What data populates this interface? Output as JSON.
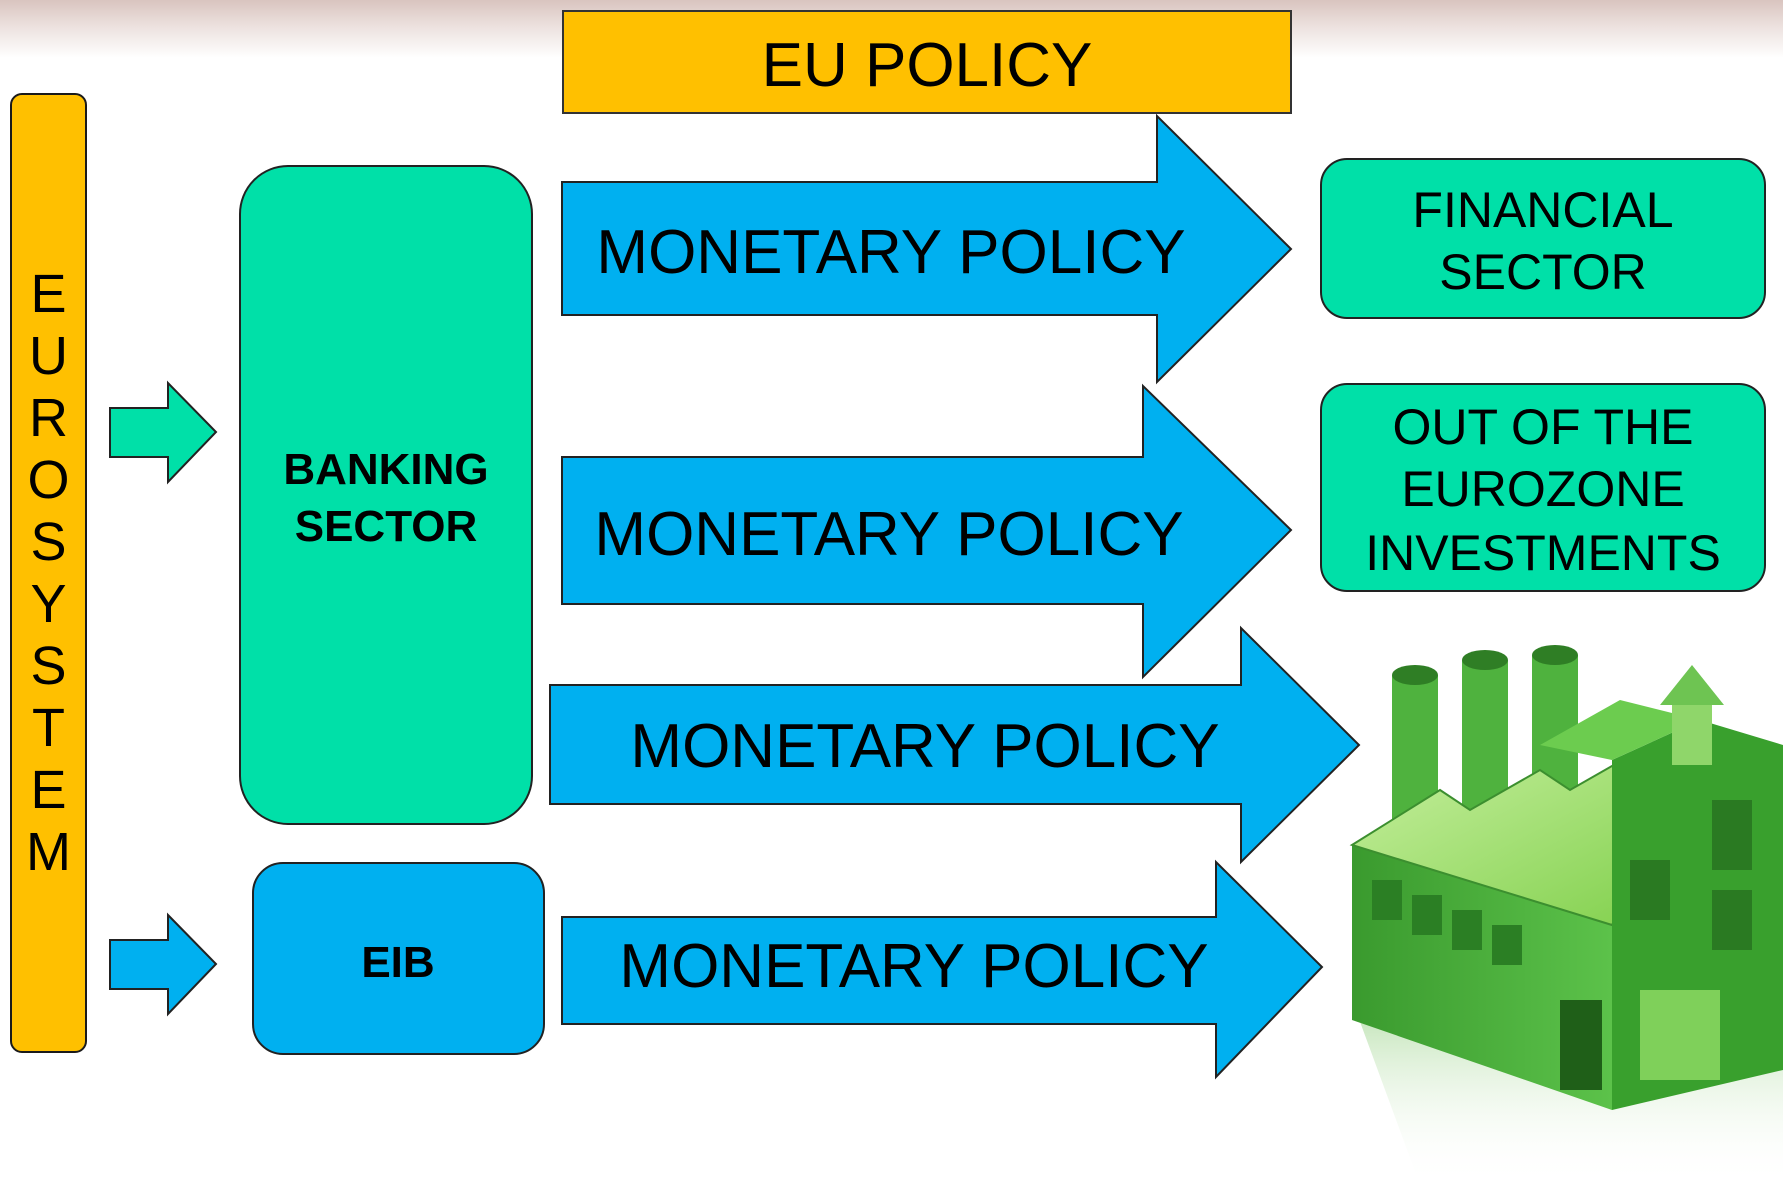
{
  "eu_policy": "EU POLICY",
  "eurosystem_letters": [
    "E",
    "U",
    "R",
    "O",
    "S",
    "Y",
    "S",
    "T",
    "E",
    "M"
  ],
  "banking_sector": [
    "BANKING",
    "SECTOR"
  ],
  "eib": "EIB",
  "arrows": [
    {
      "label": "MONETARY POLICY"
    },
    {
      "label": "MONETARY POLICY"
    },
    {
      "label": "MONETARY POLICY"
    },
    {
      "label": "MONETARY POLICY"
    }
  ],
  "financial_sector": [
    "FINANCIAL",
    "SECTOR"
  ],
  "out_of_eurozone": [
    "OUT OF THE",
    "EUROZONE",
    "INVESTMENTS"
  ],
  "factory_icon": "factory-icon",
  "colors": {
    "orange": "#ffc000",
    "green": "#00e0a8",
    "blue": "#00b0f0",
    "factory_green": "#46b33a"
  }
}
